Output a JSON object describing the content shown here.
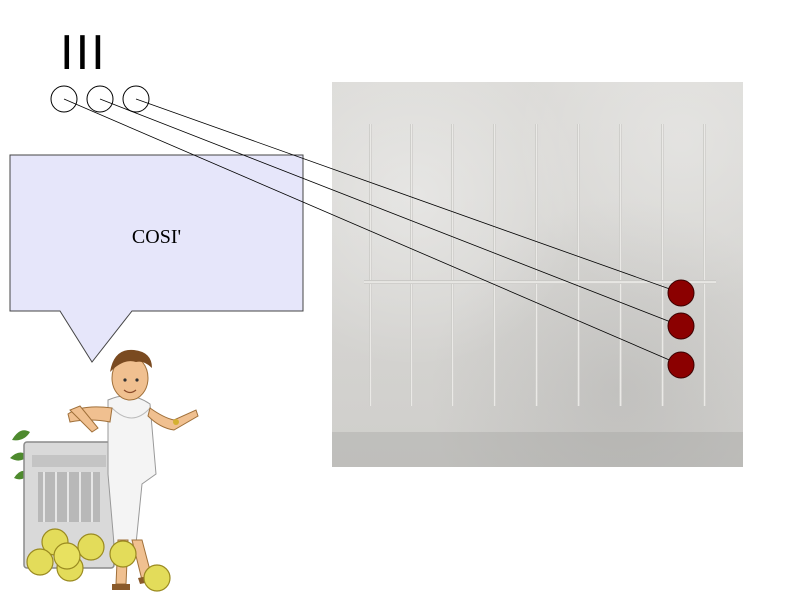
{
  "numeral": "III",
  "bubble": {
    "text": "COSI'"
  },
  "abacus": {
    "pebble_color": "#8b0000",
    "pebble_count": 3
  },
  "character": {
    "description_icon": "roman-figure-with-tablet-and-coins"
  }
}
